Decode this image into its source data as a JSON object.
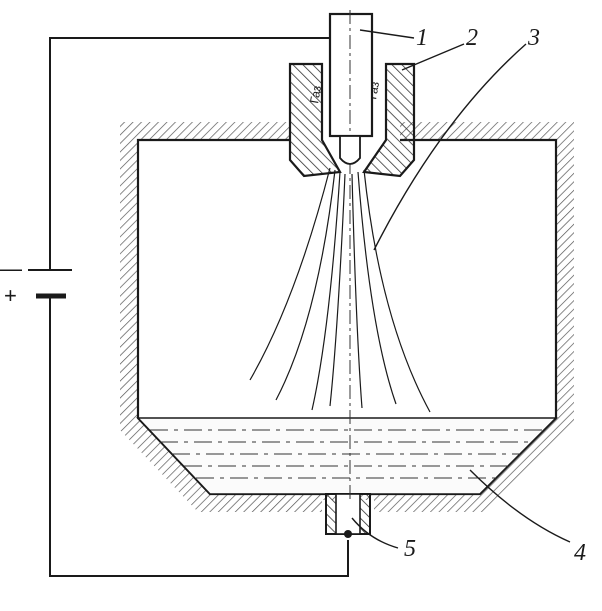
{
  "diagram": {
    "callouts": [
      "1",
      "2",
      "3",
      "4",
      "5"
    ],
    "gas_labels": [
      "Газ",
      "Газ"
    ],
    "polarity": {
      "negative": "—",
      "positive": "+"
    },
    "colors": {
      "ink": "#1a1a1a",
      "hatch": "#555555",
      "paper": "#ffffff"
    }
  }
}
